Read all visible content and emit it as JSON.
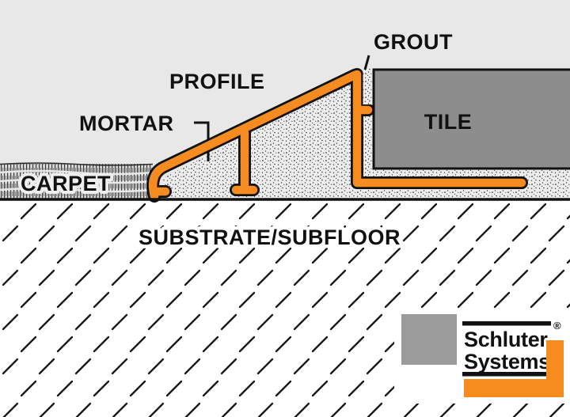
{
  "title": "Schluter profile tile-to-carpet transition cross-section",
  "diagram": {
    "labels": {
      "grout": "GROUT",
      "profile": "PROFILE",
      "mortar": "MORTAR",
      "tile": "TILE",
      "carpet": "CARPET",
      "substrate": "SUBSTRATE/SUBFLOOR"
    },
    "colors": {
      "profile_orange": "#f68b1f",
      "tile_gray": "#8d8d8d",
      "background_gray": "#e8e8e8",
      "substrate_white": "#ffffff",
      "line_black": "#111111"
    }
  },
  "logo": {
    "brand_line1": "Schluter",
    "brand_line2": "Systems",
    "registered_mark": "®",
    "square_gray": "#9b9b9b",
    "accent_orange": "#f68b1f"
  }
}
